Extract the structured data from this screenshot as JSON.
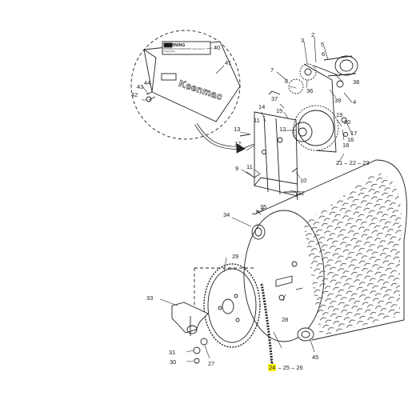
{
  "decal": {
    "warning_title": "WARNING",
    "warning_text": "DANGEROUS PINCHPOINTS. Keep clear of moving parts",
    "brand": "Keenmac"
  },
  "callouts": {
    "n2": "2",
    "n3": "3",
    "n4": "4",
    "n5": "5",
    "n6": "6",
    "n7": "7",
    "n8": "8",
    "n9": "9",
    "n10": "10",
    "n11": "11",
    "n12": "12",
    "n13": "13",
    "n14": "14",
    "n15": "15",
    "n16": "16",
    "n17": "17",
    "n18": "18",
    "n19": "19",
    "n20": "20",
    "n21_23": "21 – 22 – 23",
    "n24": "24",
    "n24_tail": "– 25 – 26",
    "n27": "27",
    "n28": "28",
    "n29": "29",
    "n30": "30",
    "n31": "31",
    "n32": "32",
    "n33": "33",
    "n34": "34",
    "n35": "35",
    "n36": "36",
    "n37": "37",
    "n38": "38",
    "n39": "39",
    "n40": "40",
    "n41": "41",
    "n42": "42",
    "n43": "43",
    "n44": "44",
    "n45": "45"
  },
  "colors": {
    "highlight": "#fff200",
    "line": "#222222"
  }
}
